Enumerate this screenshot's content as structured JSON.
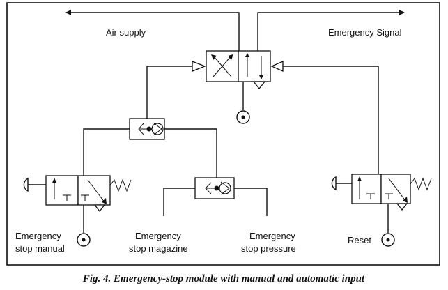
{
  "labels": {
    "air_supply": "Air supply",
    "emergency_signal": "Emergency Signal",
    "manual_line1": "Emergency",
    "manual_line2": "stop manual",
    "magazine_line1": "Emergency",
    "magazine_line2": "stop magazine",
    "pressure_line1": "Emergency",
    "pressure_line2": "stop pressure",
    "reset": "Reset"
  },
  "caption": "Fig. 4. Emergency-stop module with manual and automatic input"
}
